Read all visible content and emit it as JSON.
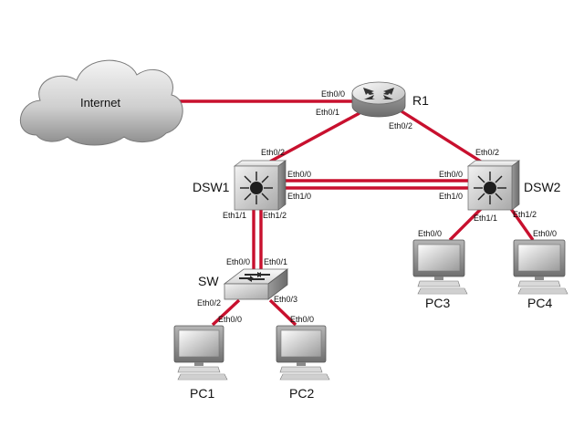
{
  "colors": {
    "link": "#c8102e",
    "device_light": "#e4e4e4",
    "device_dark": "#6e6e6e",
    "cloud_light": "#eeeeee",
    "cloud_dark": "#8a8a8a",
    "text": "#111111"
  },
  "nodes": {
    "internet": {
      "label": "Internet",
      "icon": "cloud-icon"
    },
    "r1": {
      "label": "R1",
      "icon": "router-icon"
    },
    "dsw1": {
      "label": "DSW1",
      "icon": "multilayer-switch-icon"
    },
    "dsw2": {
      "label": "DSW2",
      "icon": "multilayer-switch-icon"
    },
    "sw": {
      "label": "SW",
      "icon": "switch-icon"
    },
    "pc1": {
      "label": "PC1",
      "icon": "pc-icon"
    },
    "pc2": {
      "label": "PC2",
      "icon": "pc-icon"
    },
    "pc3": {
      "label": "PC3",
      "icon": "pc-icon"
    },
    "pc4": {
      "label": "PC4",
      "icon": "pc-icon"
    }
  },
  "ports": {
    "r1_eth0_0": "Eth0/0",
    "r1_eth0_1": "Eth0/1",
    "r1_eth0_2": "Eth0/2",
    "dsw1_eth0_2": "Eth0/2",
    "dsw1_eth0_0": "Eth0/0",
    "dsw1_eth1_0": "Eth1/0",
    "dsw1_eth1_1": "Eth1/1",
    "dsw1_eth1_2": "Eth1/2",
    "dsw2_eth0_2": "Eth0/2",
    "dsw2_eth0_0": "Eth0/0",
    "dsw2_eth1_0": "Eth1/0",
    "dsw2_eth1_1": "Eth1/1",
    "dsw2_eth1_2": "Eth1/2",
    "sw_eth0_0": "Eth0/0",
    "sw_eth0_1": "Eth0/1",
    "sw_eth0_2": "Eth0/2",
    "sw_eth0_3": "Eth0/3",
    "pc1_eth0_0": "Eth0/0",
    "pc2_eth0_0": "Eth0/0",
    "pc3_eth0_0": "Eth0/0",
    "pc4_eth0_0": "Eth0/0"
  }
}
